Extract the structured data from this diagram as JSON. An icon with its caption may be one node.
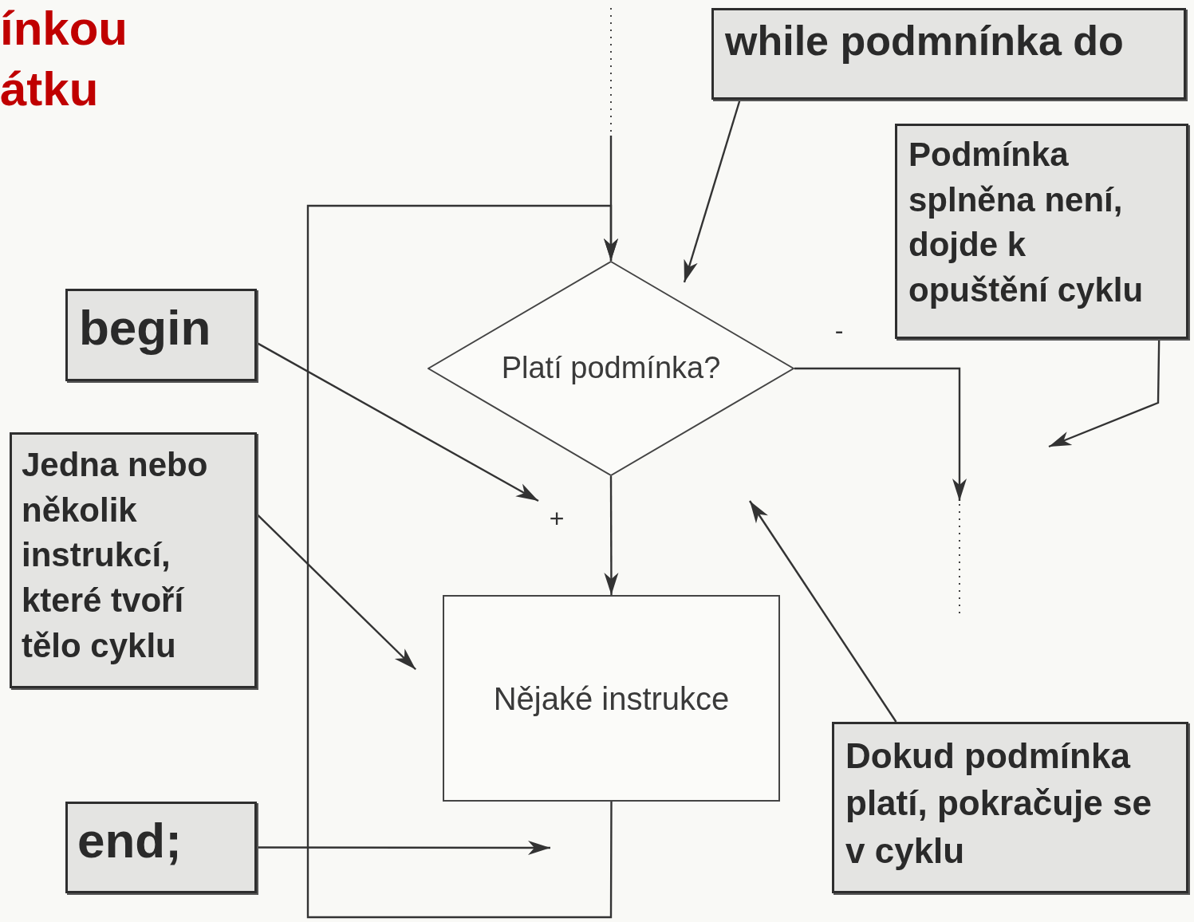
{
  "diagram": {
    "nodes": [
      {
        "text": [
          "while podmnínka do"
        ]
      },
      {
        "text": [
          "Podmínka splněna není, dojde k opuštění cyklu"
        ]
      },
      {
        "text": [
          "begin"
        ]
      },
      {
        "text": [
          "Platí podmínka?"
        ]
      },
      {
        "text": [
          "Jedna nebo několik instrukcí, které tvoří tělo cyklu"
        ]
      },
      {
        "text": [
          "Nějaké instrukce"
        ]
      },
      {
        "text": [
          "end;"
        ]
      },
      {
        "text": [
          "Dokud podmínka platí, pokračuje se v cyklu"
        ]
      }
    ],
    "edges": [
      {
        "from": null,
        "to": 3,
        "arrow": "to"
      },
      {
        "from": 3,
        "to": 5,
        "arrow": "to",
        "label": "+"
      },
      {
        "from": 3,
        "to": null,
        "arrow": "to",
        "label": "-"
      },
      {
        "from": 5,
        "to": 3,
        "arrow": "to"
      },
      {
        "from": 0,
        "to": 3,
        "arrow": "to"
      },
      {
        "from": 1,
        "to": null,
        "arrow": "to"
      },
      {
        "from": 2,
        "to": null,
        "arrow": "to"
      },
      {
        "from": 4,
        "to": 5,
        "arrow": "to"
      },
      {
        "from": 6,
        "to": null,
        "arrow": "to"
      },
      {
        "from": 7,
        "to": null,
        "arrow": "to"
      }
    ],
    "labels": [
      "ínkou",
      "átku"
    ]
  }
}
